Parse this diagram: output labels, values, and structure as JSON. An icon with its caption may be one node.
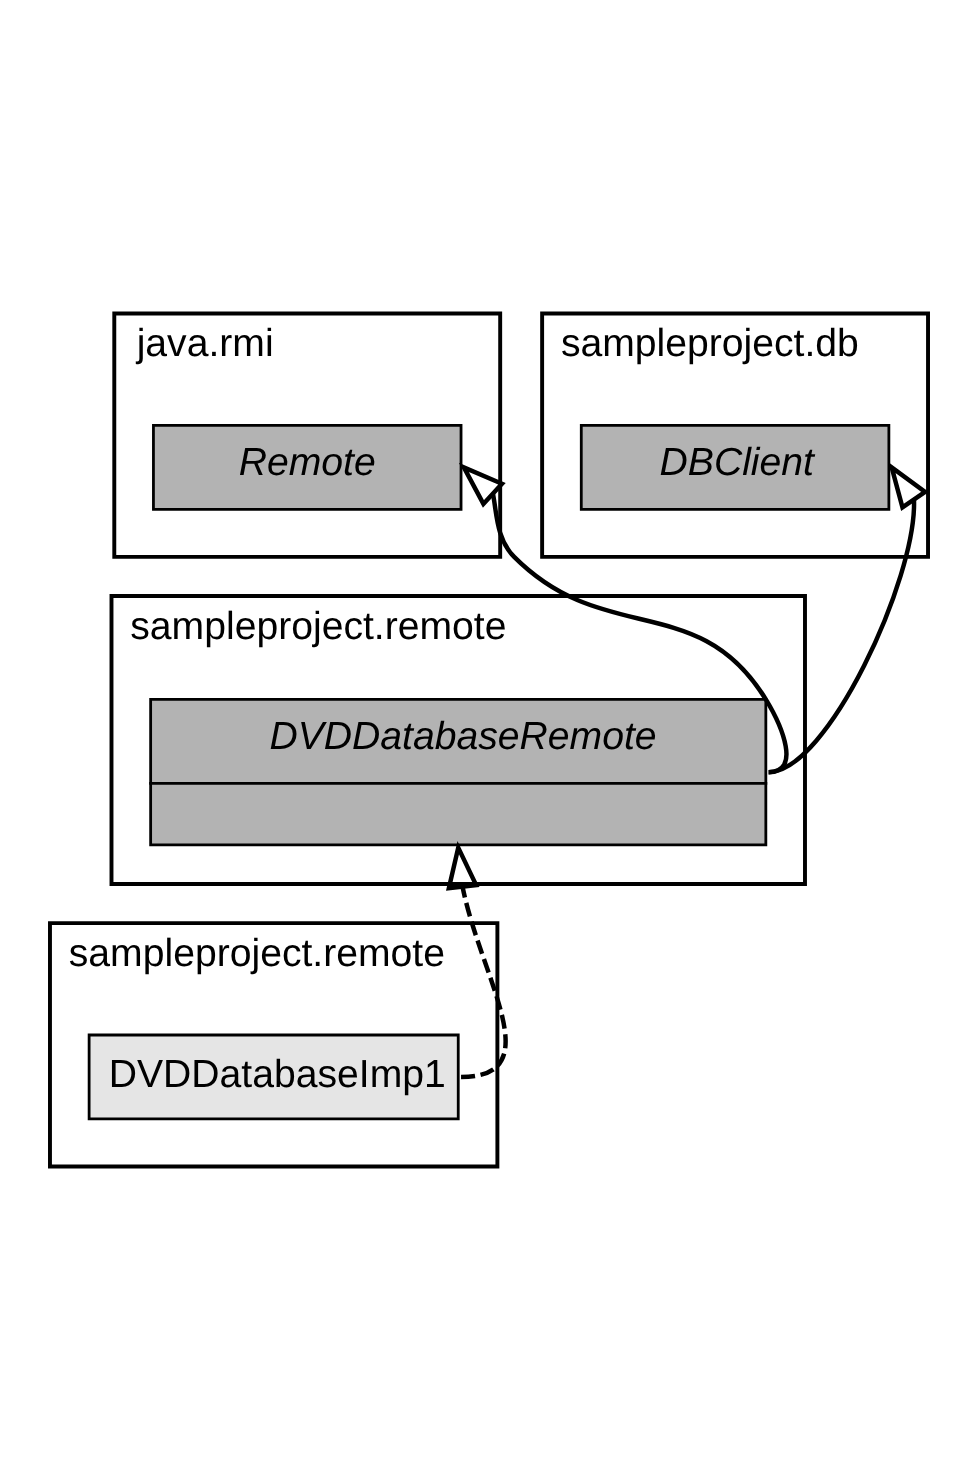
{
  "diagram": {
    "nodes": [
      {
        "text": [
          "java.rmi"
        ]
      },
      {
        "text": [
          "Remote"
        ],
        "in": 0
      },
      {
        "text": [
          "sampleproject.db"
        ]
      },
      {
        "text": [
          "DBClient"
        ],
        "in": 2
      },
      {
        "text": [
          "sampleproject.remote"
        ]
      },
      {
        "text": [
          "DVDDatabaseRemote"
        ],
        "in": 4
      },
      {
        "text": [
          "sampleproject.remote"
        ]
      },
      {
        "text": [
          "DVDDatabaseImp1"
        ],
        "in": 6
      }
    ],
    "edges": [
      {
        "from": 5,
        "to": 1,
        "arrow": "to"
      },
      {
        "from": 5,
        "to": 3,
        "arrow": "to"
      },
      {
        "from": 7,
        "to": 5,
        "arrow": "to",
        "style": "dashed"
      }
    ]
  }
}
